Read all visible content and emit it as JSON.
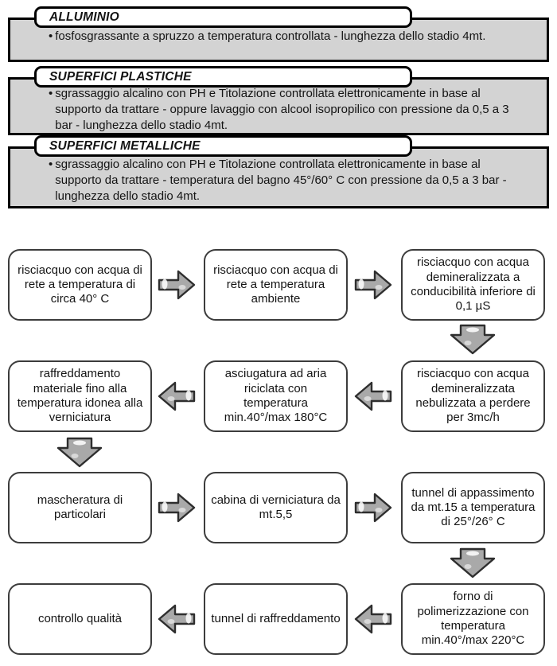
{
  "bullet_glyph": "•",
  "banners": [
    {
      "title": "ALLUMINIO",
      "body": "fosfosgrassante a spruzzo a temperatura controllata - lunghezza dello stadio 4mt."
    },
    {
      "title": "SUPERFICI PLASTICHE",
      "body": "sgrassaggio alcalino con PH e Titolazione controllata elettronicamente in base al supporto da trattare - oppure lavaggio con alcool isopropilico con pressione da 0,5 a 3 bar - lunghezza dello stadio 4mt."
    },
    {
      "title": "SUPERFICI METALLICHE",
      "body": "sgrassaggio alcalino con PH e Titolazione controllata elettronicamente in base al supporto da trattare - temperatura del bagno 45°/60° C con pressione da 0,5 a 3 bar - lunghezza dello stadio 4mt."
    }
  ],
  "flow": {
    "steps": [
      {
        "label": "risciacquo con acqua di rete a temperatura di circa 40° C"
      },
      {
        "label": "risciacquo con acqua di rete a temperatura ambiente"
      },
      {
        "label": "risciacquo con acqua demineralizzata a conducibilità inferiore di 0,1 µS"
      },
      {
        "label": "risciacquo con acqua demineralizzata nebulizzata a perdere per 3mc/h"
      },
      {
        "label": "asciugatura ad aria riciclata con temperatura min.40°/max 180°C"
      },
      {
        "label": "raffreddamento materiale fino alla temperatura idonea alla verniciatura"
      },
      {
        "label": "mascheratura  di particolari"
      },
      {
        "label": "cabina di verniciatura da mt.5,5"
      },
      {
        "label": "tunnel di appassimento da mt.15 a temperatura di 25°/26° C"
      },
      {
        "label": "forno di polimerizzazione con temperatura min.40°/max 220°C"
      },
      {
        "label": "tunnel di raffreddamento"
      },
      {
        "label": "controllo qualità"
      }
    ]
  },
  "colors": {
    "banner_fill": "#d3d3d3",
    "banner_border": "#000000",
    "box_border": "#3c3c3c",
    "arrow_fill": "#a9a9a9",
    "arrow_border": "#2e2e2e",
    "background": "#ffffff"
  },
  "icons": {
    "arrow_right": "block-arrow-right",
    "arrow_left": "block-arrow-left",
    "arrow_down": "block-arrow-down"
  }
}
